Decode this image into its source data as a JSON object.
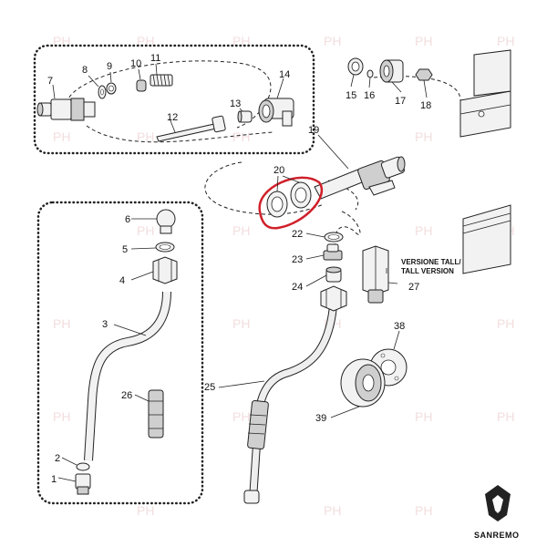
{
  "watermark": "PH",
  "brand": "SANREMO",
  "note_line1": "VERSIONE TALL/",
  "note_line2": "TALL VERSION",
  "callouts": {
    "n1": "1",
    "n2": "2",
    "n3": "3",
    "n4": "4",
    "n5": "5",
    "n6": "6",
    "n7": "7",
    "n8": "8",
    "n9": "9",
    "n10": "10",
    "n11": "11",
    "n12": "12",
    "n13": "13",
    "n14": "14",
    "n15": "15",
    "n16": "16",
    "n17": "17",
    "n18": "18",
    "n19": "19",
    "n20": "20",
    "n22": "22",
    "n23": "23",
    "n24": "24",
    "n25": "25",
    "n26": "26",
    "n27": "27",
    "n38": "38",
    "n39": "39"
  },
  "highlight_color": "#d0202a"
}
